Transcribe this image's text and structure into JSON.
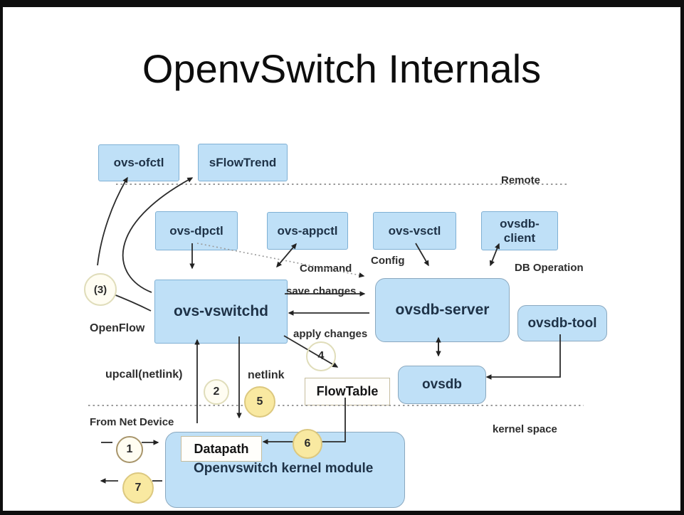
{
  "slide": {
    "title": "OpenvSwitch Internals"
  },
  "separators": {
    "remote": "Remote",
    "kernel": "kernel space"
  },
  "components": {
    "ovs_ofctl": "ovs-ofctl",
    "sflowtrend": "sFlowTrend",
    "ovs_dpctl": "ovs-dpctl",
    "ovs_appctl": "ovs-appctl",
    "ovs_vsctl": "ovs-vsctl",
    "ovsdb_client": "ovsdb-client",
    "ovs_vswitchd": "ovs-vswitchd",
    "ovsdb_server": "ovsdb-server",
    "ovsdb_tool": "ovsdb-tool",
    "ovsdb": "ovsdb",
    "kernel_module": "Openvswitch kernel module",
    "datapath": "Datapath",
    "flowtable": "FlowTable"
  },
  "edge_labels": {
    "command": "Command",
    "config": "Config",
    "db_operation": "DB Operation",
    "save_changes": "save changes",
    "apply_changes": "apply changes",
    "openflow": "OpenFlow",
    "upcall_netlink": "upcall(netlink)",
    "netlink": "netlink",
    "from_net_device": "From Net Device"
  },
  "step_markers": {
    "step1": "1",
    "step2": "2",
    "step3": "(3)",
    "step4": "4",
    "step5": "5",
    "step6": "6",
    "step7": "7"
  },
  "colors": {
    "box_fill": "#bfe0f7",
    "box_border": "#7fb0d4",
    "box_text": "#1e3247",
    "yellow_fill": "#f9e9a1",
    "yellow_border": "#dcc87f",
    "white_circle_fill": "#fffdf2",
    "white_circle_border": "#e0ddba",
    "label_text": "#2e2e2e",
    "line": "#2b2b2b"
  }
}
